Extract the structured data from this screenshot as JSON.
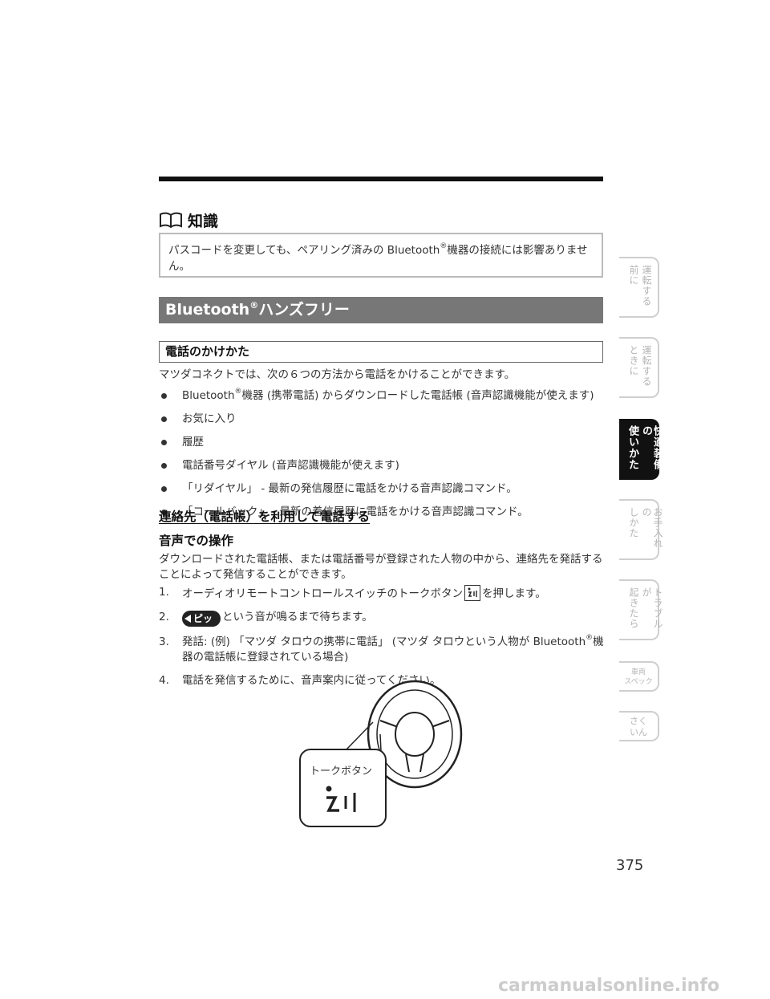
{
  "memo": {
    "title": "知識",
    "text_a": "パスコードを変更しても、ペアリング済みの Bluetooth",
    "reg": "®",
    "text_b": "機器の接続には影響ありません。"
  },
  "section": {
    "title_a": "Bluetooth",
    "reg": "®",
    "title_b": "ハンズフリー"
  },
  "subsection": {
    "title": "電話のかけかた"
  },
  "intro": "マツダコネクトでは、次の６つの方法から電話をかけることができます。",
  "bullets": {
    "b1_a": "Bluetooth",
    "b1_reg": "®",
    "b1_b": "機器 (携帯電話) からダウンロードした電話帳 (音声認識機能が使えます)",
    "b2": "お気に入り",
    "b3": "履歴",
    "b4": "電話番号ダイヤル (音声認識機能が使えます)",
    "b5": "「リダイヤル」 - 最新の発信履歴に電話をかける音声認識コマンド。",
    "b6": "「コールバック」 - 最新の着信履歴に電話をかける音声認識コマンド。"
  },
  "heading_contacts": "連絡先（電話帳）を利用して電話する",
  "heading_voice": "音声での操作",
  "voice_intro": "ダウンロードされた電話帳、または電話番号が登録された人物の中から、連絡先を発話することによって発信することができます。",
  "steps": {
    "n1": "1.",
    "s1_a": "オーディオリモートコントロールスイッチのトークボタン",
    "s1_b": "を押します。",
    "n2": "2.",
    "s2_pip": "ピッ",
    "s2": "という音が鳴るまで待ちます。",
    "n3": "3.",
    "s3_a": "発話: (例) 「マツダ タロウの携帯に電話」 (マツダ タロウという人物が Bluetooth",
    "s3_reg": "®",
    "s3_b": "機器の電話帳に登録されている場合)",
    "n4": "4.",
    "s4": "電話を発信するために、音声案内に従ってください。"
  },
  "illustration": {
    "callout": "トークボタン"
  },
  "tabs": {
    "t1_c1": "運転する",
    "t1_c2": "前に",
    "t2_c1": "運転する",
    "t2_c2": "ときに",
    "t3_c1": "快適装備の",
    "t3_c2": "使いかた",
    "t4_c1": "お手入れの",
    "t4_c2": "しかた",
    "t5_c1": "トラブルが",
    "t5_c2": "起きたら",
    "t6_l1": "車両",
    "t6_l2": "スペック",
    "t7_l1": "さく",
    "t7_l2": "いん"
  },
  "page_number": "375",
  "footer": "carmanualsonline.info"
}
